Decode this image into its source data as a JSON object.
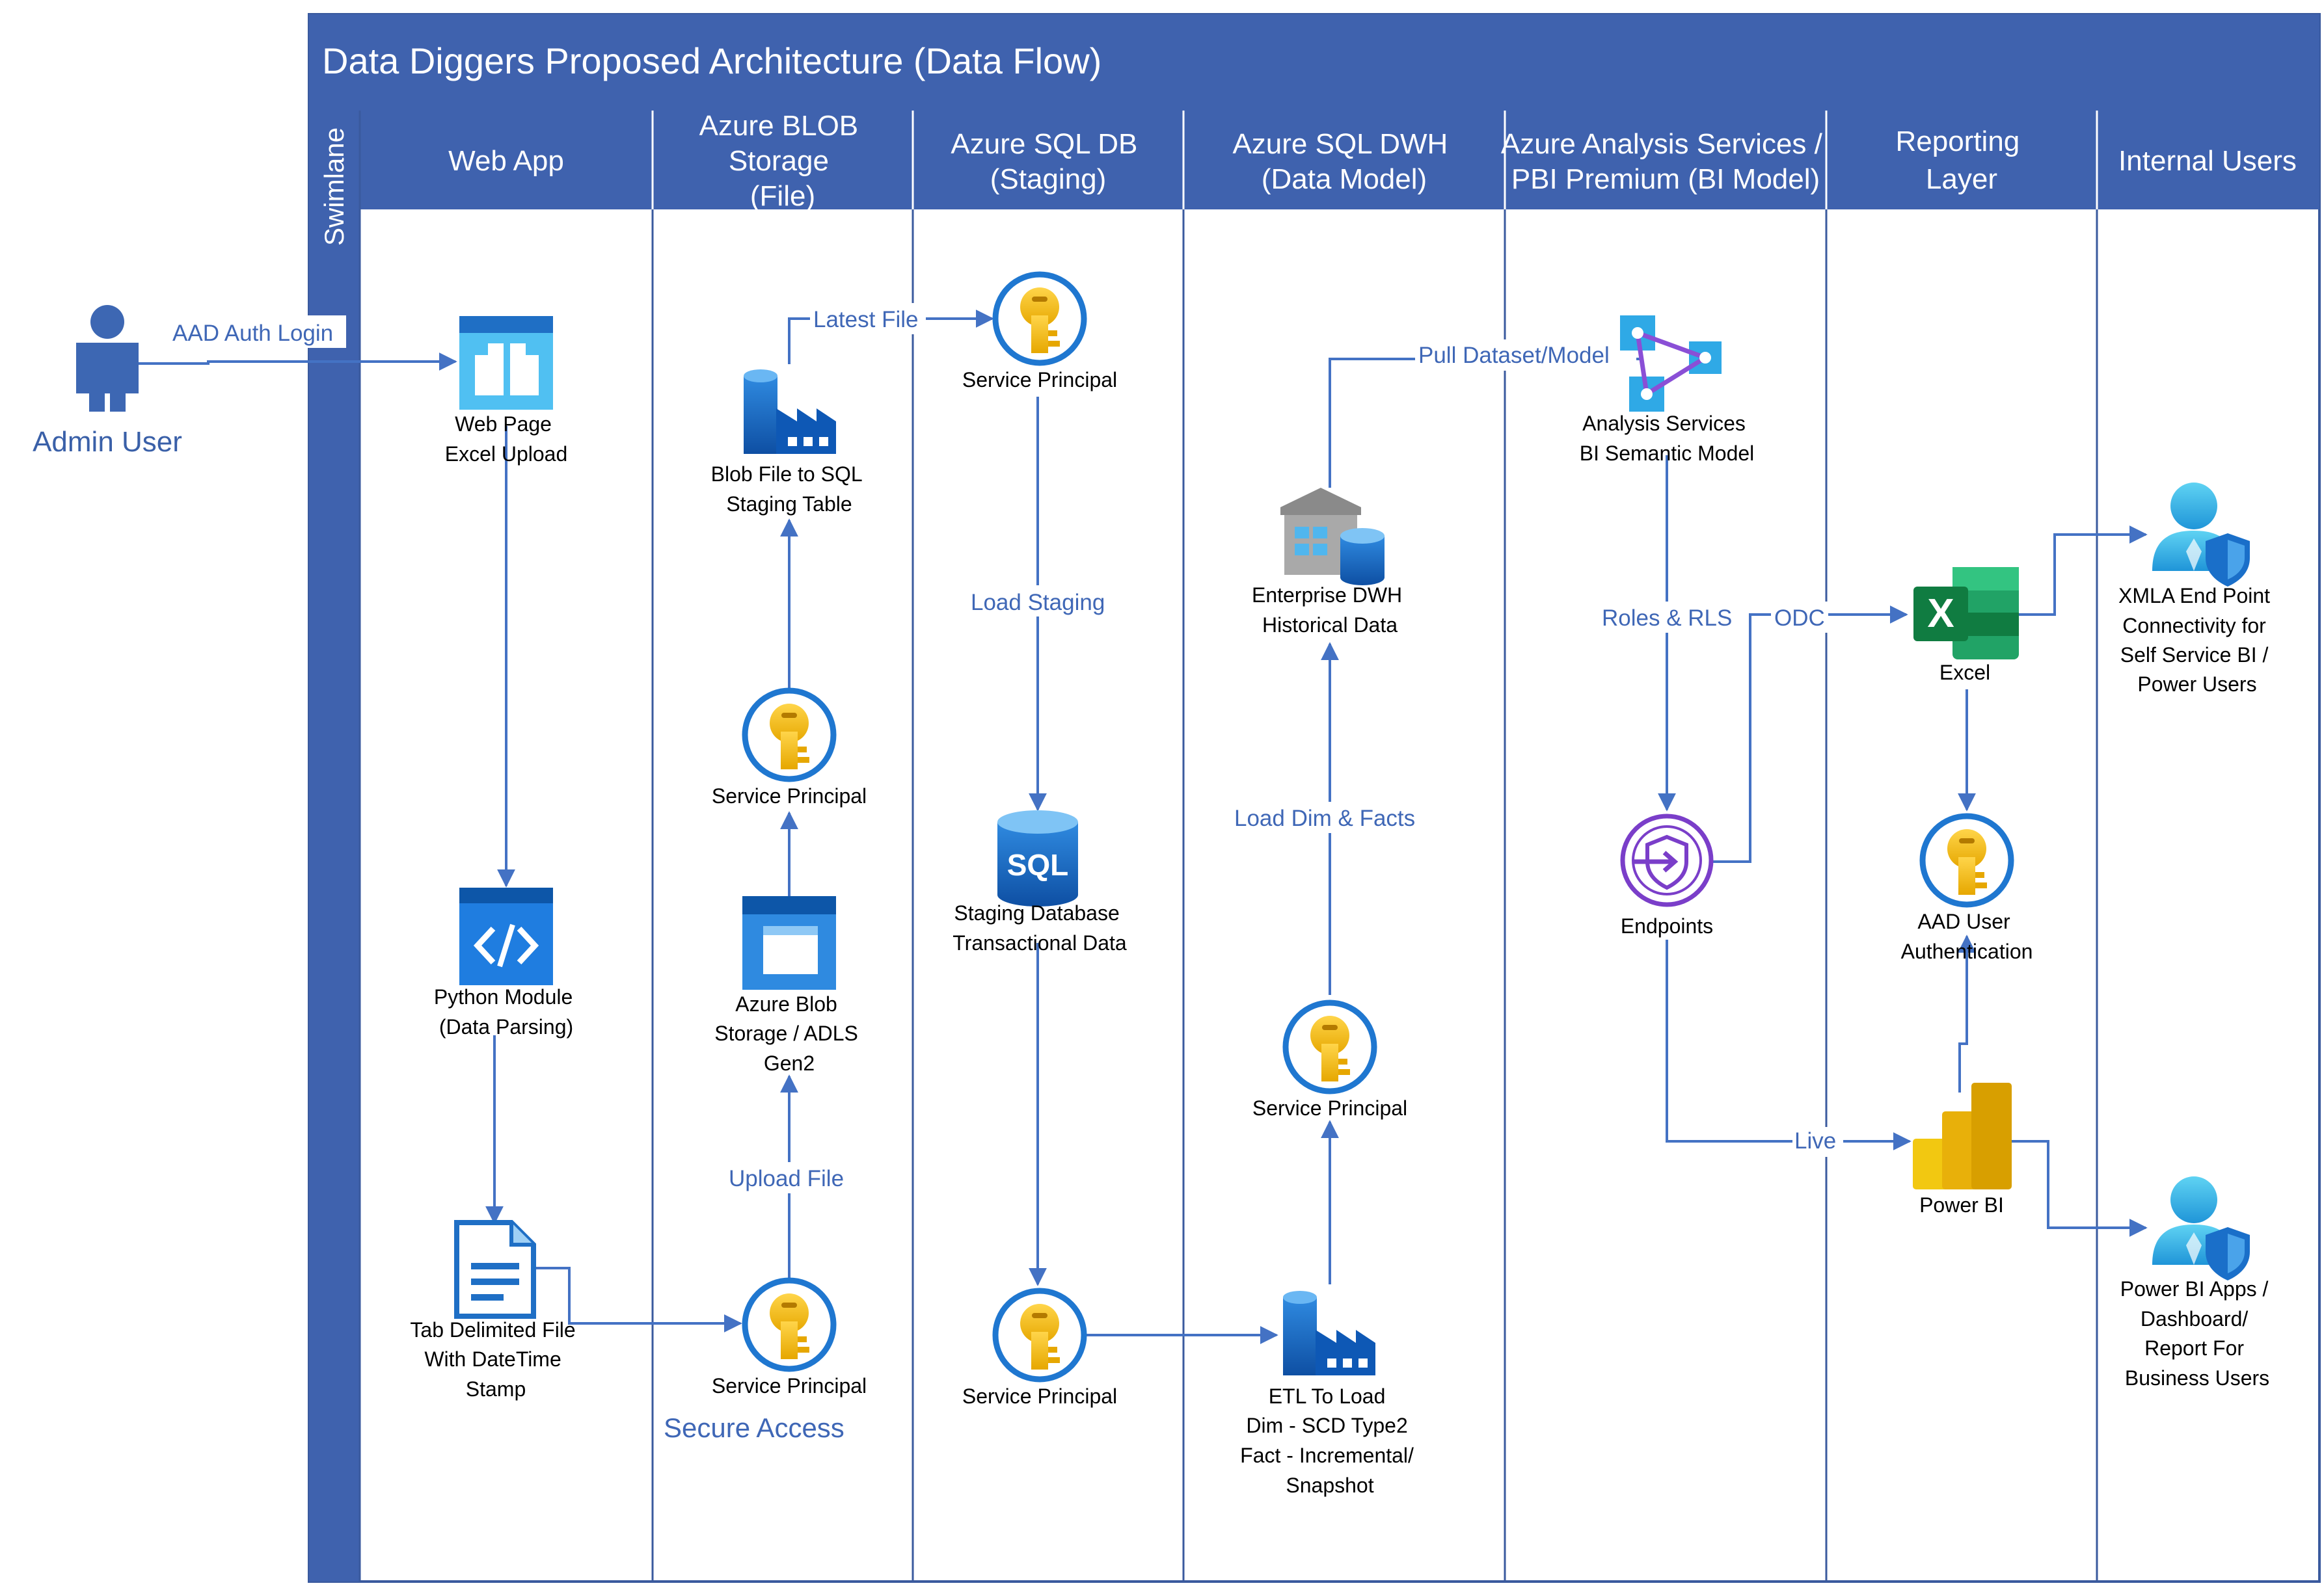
{
  "title": "Data Diggers Proposed Architecture (Data Flow)",
  "swimlane_label": "Swimlane",
  "lanes": {
    "web_app": "Web App",
    "blob": [
      "Azure BLOB",
      "Storage",
      "(File)"
    ],
    "sqldb": [
      "Azure SQL DB",
      "(Staging)"
    ],
    "dwh": [
      "Azure SQL DWH",
      "(Data Model)"
    ],
    "aas": [
      "Azure Analysis Services /",
      "PBI Premium (BI Model)"
    ],
    "reporting": [
      "Reporting",
      "Layer"
    ],
    "internal": "Internal Users"
  },
  "actors": {
    "admin": "Admin User"
  },
  "nodes": {
    "webpage": [
      "Web Page",
      "Excel Upload"
    ],
    "python": [
      "Python Module",
      "(Data Parsing)"
    ],
    "tabfile": [
      "Tab Delimited File",
      "With DateTime",
      "Stamp"
    ],
    "sp_upload": [
      "Service Principal"
    ],
    "blob_storage": [
      "Azure Blob",
      "Storage / ADLS",
      "Gen2"
    ],
    "sp_blob": [
      "Service Principal"
    ],
    "blob_to_sql": [
      "Blob File to SQL",
      "Staging Table"
    ],
    "sp_sql": [
      "Service Principal"
    ],
    "staging_db": [
      "Staging Database",
      "Transactional Data"
    ],
    "sp_sql_bottom": [
      "Service Principal"
    ],
    "etl": [
      "ETL To Load",
      "Dim - SCD Type2",
      "Fact - Incremental/",
      "Snapshot"
    ],
    "sp_dwh": [
      "Service Principal"
    ],
    "edwh": [
      "Enterprise DWH",
      "Historical Data"
    ],
    "analysis": [
      "Analysis Services",
      "BI Semantic Model"
    ],
    "endpoints": [
      "Endpoints"
    ],
    "excel": [
      "Excel"
    ],
    "aad_auth": [
      "AAD User",
      "Authentication"
    ],
    "powerbi": [
      "Power BI"
    ],
    "xmla_users": [
      "XMLA End Point",
      "Connectivity for",
      "Self Service BI /",
      "Power Users"
    ],
    "bi_users": [
      "Power BI Apps /",
      "Dashboard/",
      "Report  For",
      "Business Users"
    ]
  },
  "edge_labels": {
    "aad_login": "AAD Auth Login",
    "latest_file": "Latest File",
    "load_staging": "Load Staging",
    "upload_file": "Upload File",
    "secure_access": "Secure Access",
    "load_dim_facts": "Load Dim & Facts",
    "pull_dataset": "Pull Dataset/Model",
    "roles_rls": "Roles & RLS",
    "odc": "ODC",
    "live": "Live"
  },
  "icons": {
    "admin": "person-icon",
    "webpage": "web-page-icon",
    "python": "code-module-icon",
    "tabfile": "document-icon",
    "service_principal": "key-icon",
    "blob": "blob-storage-icon",
    "factory": "data-factory-icon",
    "sql": "sql-database-icon",
    "warehouse": "warehouse-icon",
    "analysis": "analysis-services-icon",
    "endpoints": "endpoint-shield-icon",
    "excel": "excel-icon",
    "powerbi": "power-bi-icon",
    "user_shield": "user-shield-icon"
  },
  "colors": {
    "header_blue": "#3f62ae",
    "flow_blue": "#4472c4",
    "azure_blue": "#1f6fc5",
    "key_gold": "#f3b61f",
    "excel_green": "#107c41",
    "pbi_yellow": "#f2c811",
    "endpoint_purple": "#7a3ec9"
  }
}
